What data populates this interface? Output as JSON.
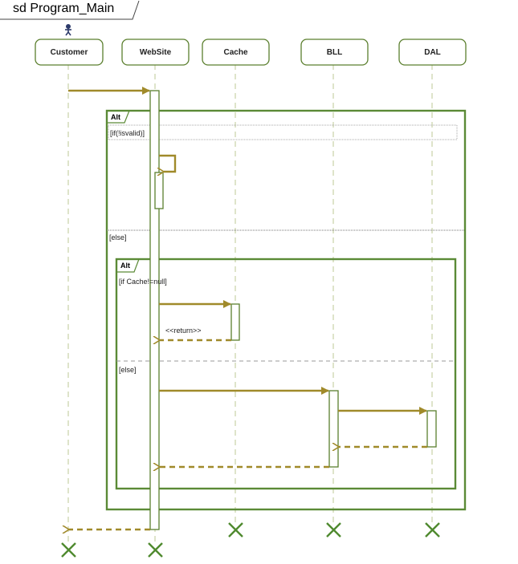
{
  "frame": {
    "title": "sd Program_Main"
  },
  "lifelines": [
    {
      "id": "customer",
      "label": "Customer",
      "is_actor": true
    },
    {
      "id": "website",
      "label": "WebSite"
    },
    {
      "id": "cache",
      "label": "Cache"
    },
    {
      "id": "bll",
      "label": "BLL"
    },
    {
      "id": "dal",
      "label": "DAL"
    }
  ],
  "fragments": {
    "outer": {
      "operator": "Alt",
      "guard_1": "[if(!isvalid)]",
      "guard_2": "[else]"
    },
    "inner": {
      "operator": "Alt",
      "guard_1": "[if Cache!=null]",
      "guard_2": "[else]"
    }
  },
  "messages": {
    "return_label": "<<return>>"
  },
  "colors": {
    "lifeline_border": "#5b7f2e",
    "lifeline_dash": "#c9d3a6",
    "arrow": "#a08a2a",
    "fragment": "#5b8a36",
    "activation": "#5b7f2e",
    "destroy": "#4f8a2f",
    "actor_icon": "#2d3b6b"
  }
}
